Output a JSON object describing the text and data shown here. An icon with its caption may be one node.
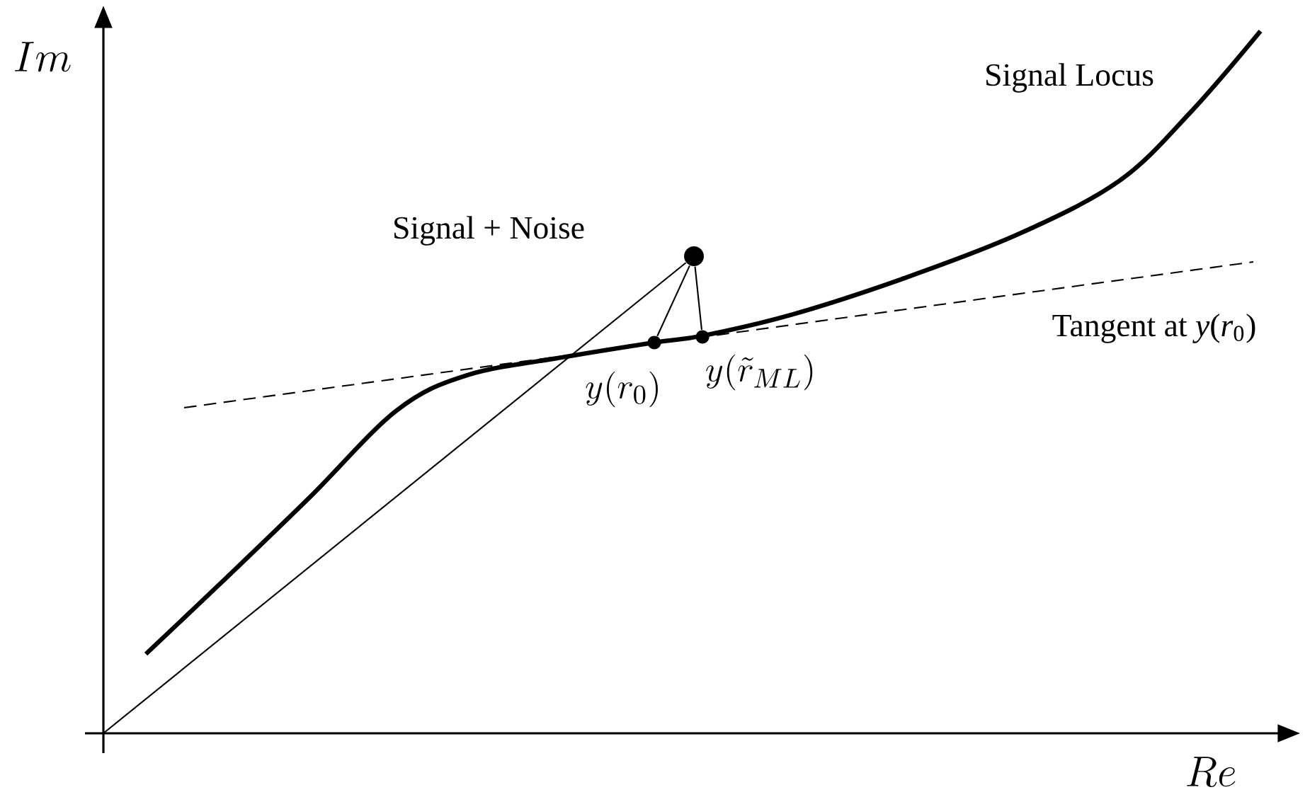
{
  "diagram": {
    "nodes": [
      {
        "text": [],
        "shape": "circle",
        "beside": [
          "Signal + Noise"
        ]
      },
      {
        "text": [],
        "shape": "circle",
        "beside": [
          "y(r_0)"
        ]
      },
      {
        "text": [],
        "shape": "circle",
        "beside": [
          "y(\\tilde{r}_{ML})"
        ]
      }
    ],
    "edges": [
      {
        "from": null,
        "to": 0,
        "arrow": "none"
      },
      {
        "from": 0,
        "to": 1,
        "arrow": "none"
      },
      {
        "from": 0,
        "to": 2,
        "arrow": "none"
      }
    ],
    "labels": [
      "Im",
      "Re",
      "Signal Locus",
      "Tangent at *y*(*r*$_{0}$)"
    ]
  }
}
